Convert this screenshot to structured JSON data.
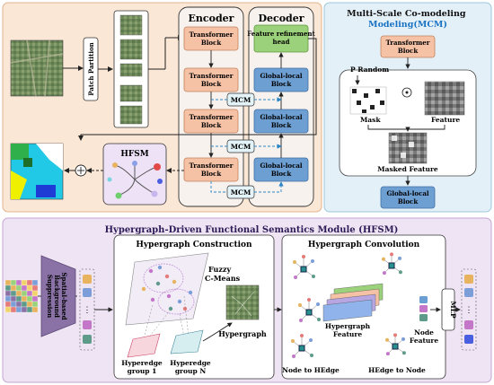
{
  "patch_partition": "Patch Partition",
  "encoder": {
    "title": "Encoder",
    "blocks": [
      "Transformer Block",
      "Transformer Block",
      "Transformer Block",
      "Transformer Block"
    ]
  },
  "decoder": {
    "title": "Decoder",
    "head": "Feature refinement head",
    "blocks": [
      "Global-local Block",
      "Global-local Block",
      "Global-local Block"
    ]
  },
  "mcm_labels": [
    "MCM",
    "MCM",
    "MCM"
  ],
  "hfsm_label": "HFSM",
  "mcm_panel": {
    "title_line1": "Multi-Scale Co-modeling",
    "title_line2": "Modeling(MCM)",
    "transformer": "Transformer Block",
    "p_random": "P Random",
    "mask": "Mask",
    "feature": "Feature",
    "masked_feature": "Masked Feature",
    "global_local": "Global-local Block",
    "dot_symbol": "⊙"
  },
  "hfsm_panel": {
    "title": "Hypergraph-Driven Functional Semantics Module (HFSM)",
    "suppression": "Spatial-based Background Suppression",
    "construction_title": "Hypergraph Construction",
    "fuzzy": "Fuzzy C-Means",
    "hyperedge_group_1": "Hyperedge group 1",
    "hyperedge_group_n": "Hyperedge group N",
    "hypergraph": "Hypergraph",
    "convolution_title": "Hypergraph Convolution",
    "hypergraph_feature": "Hypergraph Feature",
    "node_feature": "Node Feature",
    "node_to_hedge": "Node to HEdge",
    "hedge_to_node": "HEdge to Node",
    "mlp": "MLP",
    "ellipsis": "⋮"
  },
  "colors": {
    "encoder_block": "#f6c2a6",
    "decoder_block": "#6d9fd3",
    "head_block": "#9bd17a",
    "top_panel_bg": "#fbe7d6",
    "mcm_panel_bg": "#e3f0f8",
    "hfsm_panel_bg": "#efe4f3"
  }
}
